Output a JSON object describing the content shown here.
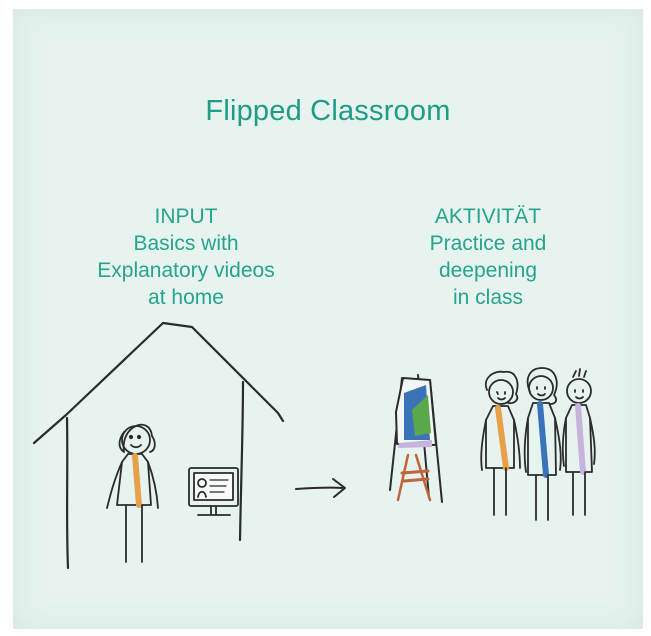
{
  "title": "Flipped Classroom",
  "input_column": {
    "heading": "INPUT",
    "lines": [
      "Basics with",
      "Explanatory videos",
      "at home"
    ]
  },
  "activity_column": {
    "heading": "AKTIVITÄT",
    "lines": [
      "Practice and",
      "deepening",
      "in class"
    ]
  },
  "colors": {
    "background": "#e6f3ef",
    "text_accent": "#27a48d",
    "ink": "#2b2b2b",
    "orange": "#e8a04a",
    "blue": "#3b73b9",
    "green": "#5ba84a",
    "lilac": "#c6b4dd",
    "rust": "#c2643a"
  }
}
